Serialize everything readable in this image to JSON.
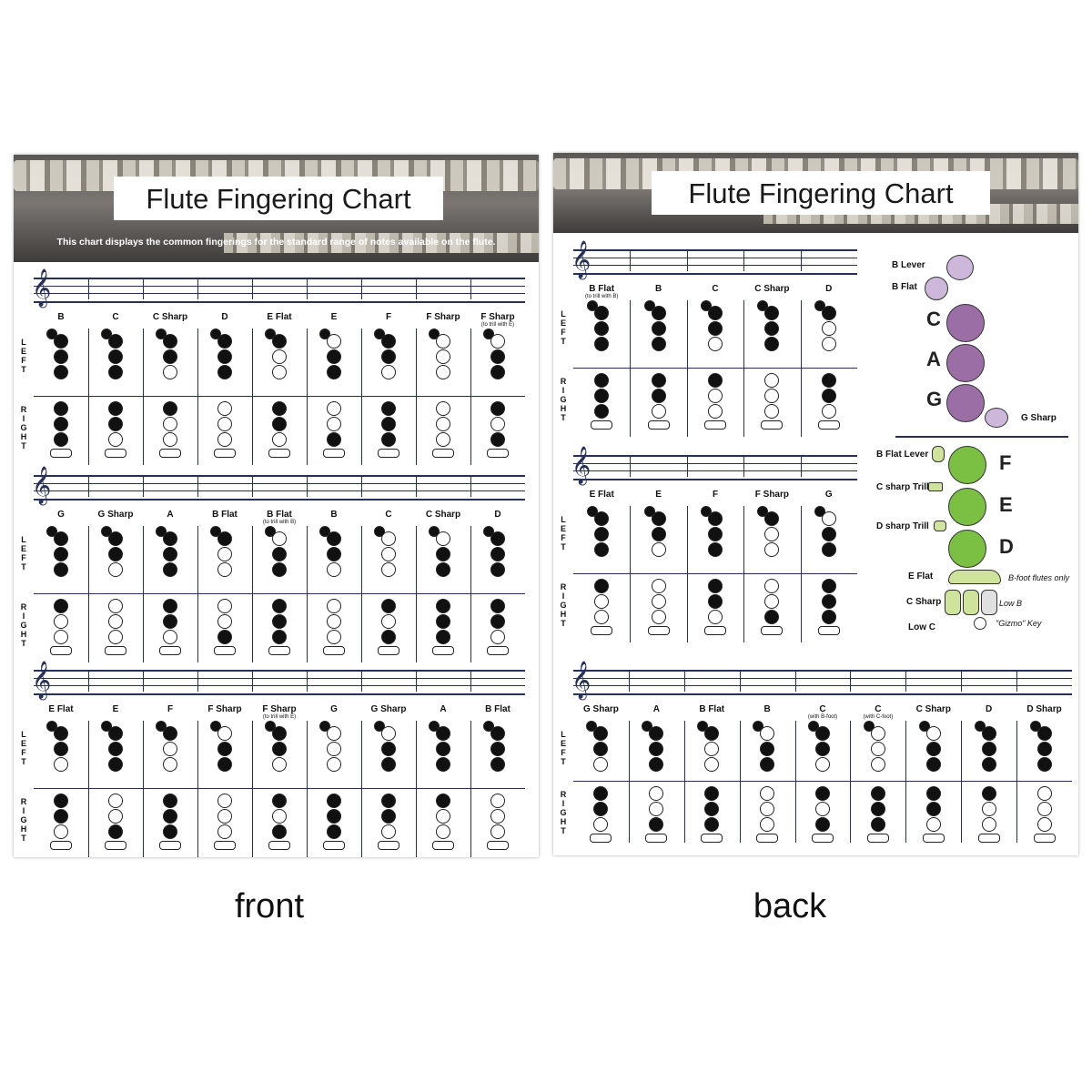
{
  "front": {
    "title": "Flute Fingering Chart",
    "subtitle": "This chart displays the common fingerings for the standard range of notes available on the flute.",
    "side_labels": {
      "left": "LEFT",
      "right": "RIGHT"
    },
    "rows": [
      [
        {
          "n": "B"
        },
        {
          "n": "C"
        },
        {
          "n": "C Sharp"
        },
        {
          "n": "D"
        },
        {
          "n": "E Flat"
        },
        {
          "n": "E"
        },
        {
          "n": "F"
        },
        {
          "n": "F Sharp"
        },
        {
          "n": "F Sharp",
          "sub": "(to trill with E)"
        }
      ],
      [
        {
          "n": "G"
        },
        {
          "n": "G Sharp"
        },
        {
          "n": "A"
        },
        {
          "n": "B Flat"
        },
        {
          "n": "B Flat",
          "sub": "(to trill with B)"
        },
        {
          "n": "B"
        },
        {
          "n": "C"
        },
        {
          "n": "C Sharp"
        },
        {
          "n": "D"
        }
      ],
      [
        {
          "n": "E Flat"
        },
        {
          "n": "E"
        },
        {
          "n": "F"
        },
        {
          "n": "F Sharp"
        },
        {
          "n": "F Sharp",
          "sub": "(to trill with E)"
        },
        {
          "n": "G"
        },
        {
          "n": "G Sharp"
        },
        {
          "n": "A"
        },
        {
          "n": "B Flat"
        }
      ]
    ]
  },
  "back": {
    "title": "Flute Fingering Chart",
    "side_labels": {
      "left": "LEFT",
      "right": "RIGHT"
    },
    "rows": [
      [
        {
          "n": "B Flat",
          "sub": "(to trill with B)"
        },
        {
          "n": "B"
        },
        {
          "n": "C"
        },
        {
          "n": "C Sharp"
        },
        {
          "n": "D"
        }
      ],
      [
        {
          "n": "E Flat"
        },
        {
          "n": "E"
        },
        {
          "n": "F"
        },
        {
          "n": "F Sharp"
        },
        {
          "n": "G"
        }
      ],
      [
        {
          "n": "G Sharp"
        },
        {
          "n": "A"
        },
        {
          "n": "B Flat"
        },
        {
          "n": "B"
        },
        {
          "n": "C",
          "sub": "(with B-foot)"
        },
        {
          "n": "C",
          "sub": "(with C-foot)"
        },
        {
          "n": "C Sharp"
        },
        {
          "n": "D"
        },
        {
          "n": "D Sharp"
        }
      ]
    ],
    "legend": {
      "b_lever": "B Lever",
      "b_flat": "B Flat",
      "c": "C",
      "a": "A",
      "g": "G",
      "g_sharp": "G Sharp",
      "b_flat_lever": "B Flat Lever",
      "c_sharp_trill": "C sharp Trill",
      "d_sharp_trill": "D sharp Trill",
      "f": "F",
      "e": "E",
      "d": "D",
      "e_flat": "E Flat",
      "c_sharp": "C Sharp",
      "low_c": "Low C",
      "b_foot_only": "B-foot flutes only",
      "low_b": "Low B",
      "gizmo": "\"Gizmo\" Key",
      "purple": "#9b6fa6",
      "lavender": "#cdb7da",
      "green": "#7cc043",
      "lightgreen": "#cfe39a"
    }
  },
  "captions": {
    "front": "front",
    "back": "back"
  }
}
